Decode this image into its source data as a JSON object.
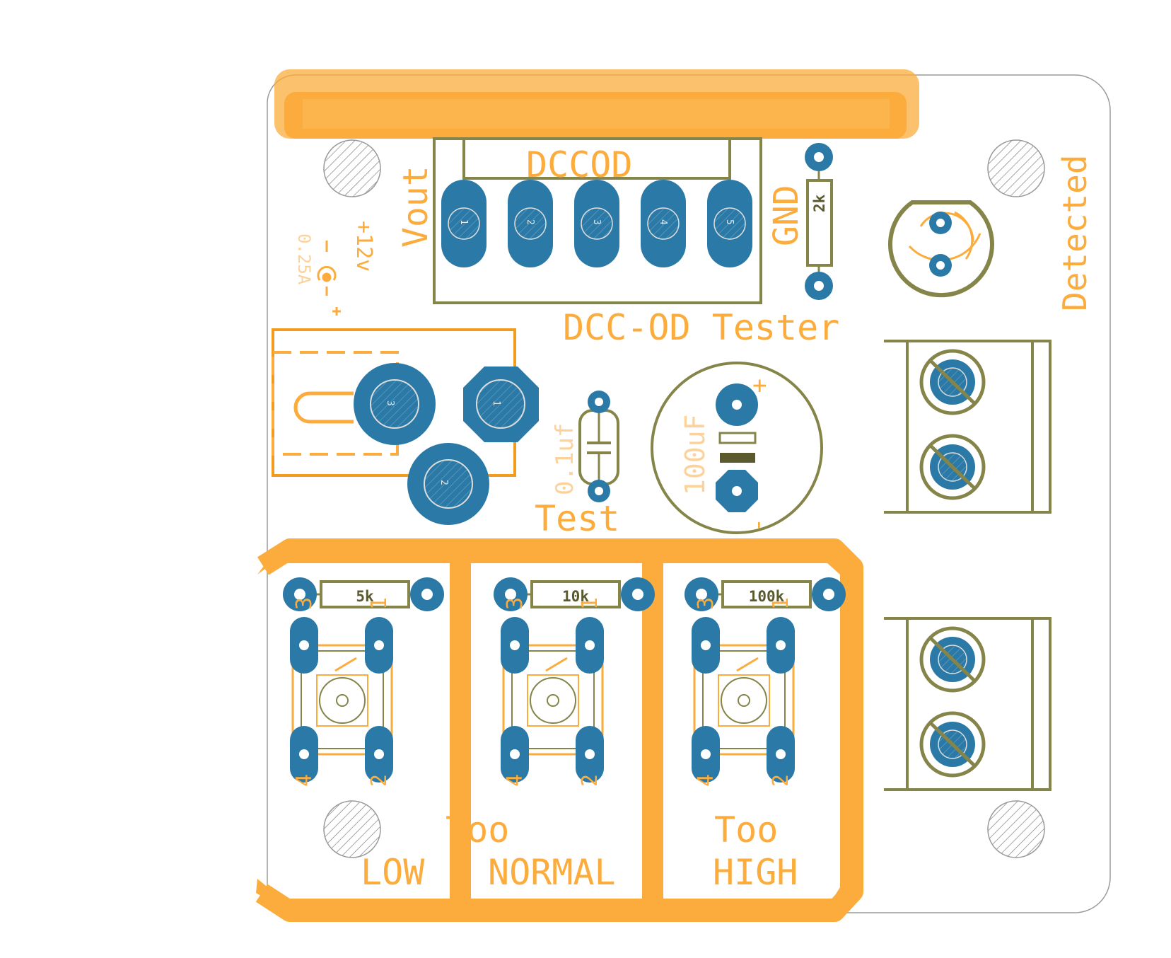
{
  "labels": {
    "title": "DCC-OD Tester",
    "connector": "DCCOD",
    "vout": "Vout",
    "gnd": "GND",
    "resistor_top": "2k",
    "detected": "Detected",
    "power_v": "+12v",
    "power_a": "0.25A",
    "cap_small": "0.1uf",
    "cap_large": "100uF",
    "test": "Test",
    "too_low_1": "Too",
    "too_low_2": "LOW",
    "normal": "NORMAL",
    "too_high_1": "Too",
    "too_high_2": "HIGH",
    "plus": "+",
    "minus": "-"
  },
  "connector_pins": [
    "1",
    "2",
    "3",
    "4",
    "5"
  ],
  "jack_pins": [
    "3",
    "1",
    "2"
  ],
  "button_resistors": [
    "5k",
    "10k",
    "100k"
  ],
  "button_pin_labels": {
    "top_left": "3",
    "top_right": "1",
    "bottom_left": "4",
    "bottom_right": "2"
  },
  "colors": {
    "copper": "#FBAC3C",
    "pad": "#2B79A6",
    "silkscreen": "#FBAC3C",
    "outline": "#85854A",
    "edge": "#9a9a9a"
  }
}
